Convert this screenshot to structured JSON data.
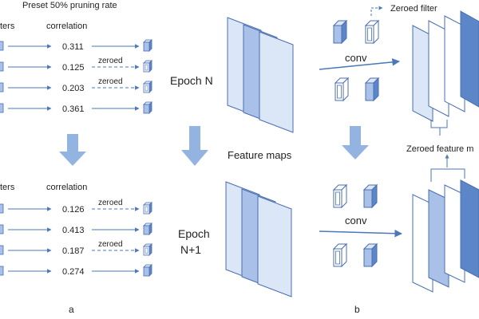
{
  "panel_a": {
    "header": "Preset 50% pruning rate",
    "col_filters": "ters",
    "col_correlation": "correlation",
    "epoch_n_rows": [
      {
        "value": "0.311",
        "line": "solid",
        "marker": ""
      },
      {
        "value": "0.125",
        "line": "dashed",
        "marker": "zeroed"
      },
      {
        "value": "0.203",
        "line": "dashed",
        "marker": "zeroed"
      },
      {
        "value": "0.361",
        "line": "solid",
        "marker": ""
      }
    ],
    "epoch_n1_rows": [
      {
        "value": "0.126",
        "line": "dashed",
        "marker": "zeroed"
      },
      {
        "value": "0.413",
        "line": "solid",
        "marker": ""
      },
      {
        "value": "0.187",
        "line": "dashed",
        "marker": "zeroed"
      },
      {
        "value": "0.274",
        "line": "solid",
        "marker": ""
      }
    ],
    "caption": "a"
  },
  "middle": {
    "epoch_n": "Epoch N",
    "feature_maps": "Feature maps",
    "epoch_n1_line1": "Epoch",
    "epoch_n1_line2": "N+1"
  },
  "panel_b": {
    "zeroed_filter": "Zeroed filter",
    "conv_top": "conv",
    "conv_bottom": "conv",
    "zeroed_feature_maps": "Zeroed feature m",
    "caption": "b"
  },
  "colors": {
    "accent": "#4a78b8",
    "arrow_fill": "#93b3e0",
    "map_light": "#dbe6f6",
    "map_mid": "#a9c0e8",
    "map_dark": "#5b86c7",
    "map_white": "#ffffff",
    "stroke": "#4a6fb0"
  }
}
